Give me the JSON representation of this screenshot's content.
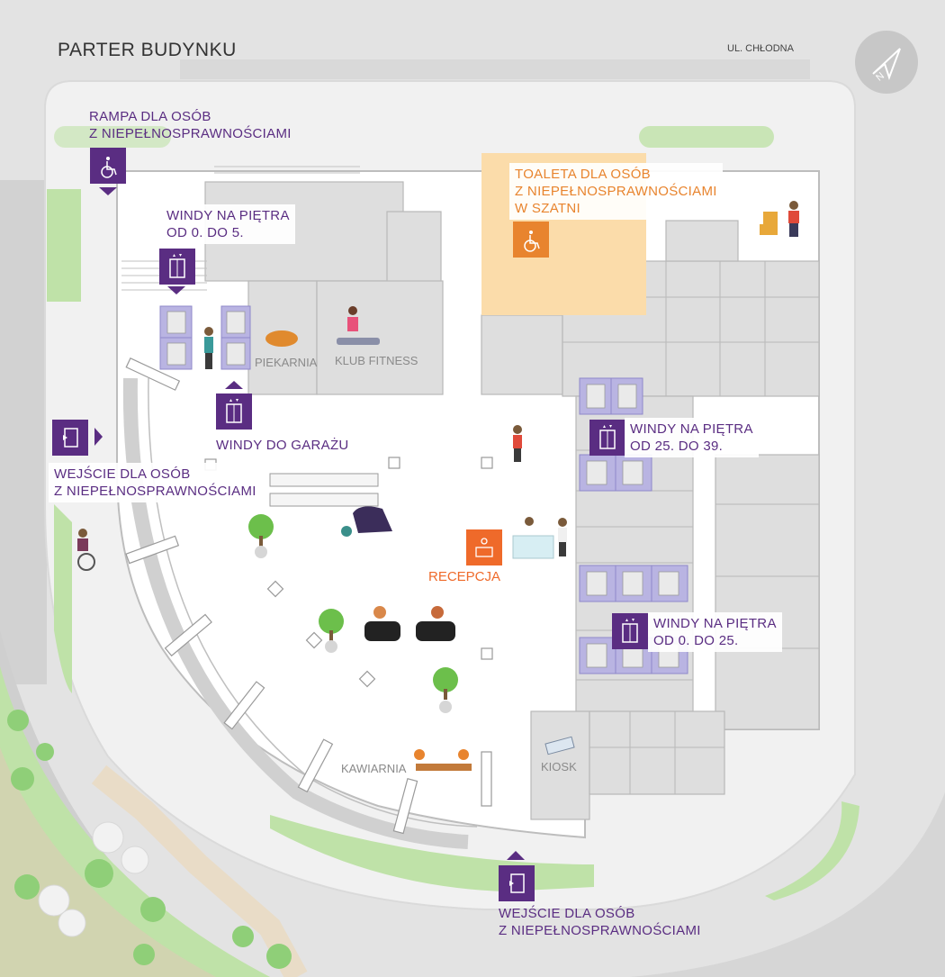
{
  "map": {
    "title": "PARTER BUDYNKU",
    "street": "UL. CHŁODNA",
    "compass_icon": "north-arrow-icon"
  },
  "labels": {
    "ramp": [
      "RAMPA DLA OSÓB",
      "Z NIEPEŁNOSPRAWNOŚCIAMI"
    ],
    "elevators_0_5": [
      "WINDY NA PIĘTRA",
      "OD 0. DO 5."
    ],
    "toilet": [
      "TOALETA DLA OSÓB",
      "Z NIEPEŁNOSPRAWNOŚCIAMI",
      "W SZATNI"
    ],
    "garage_elevators": "WINDY DO GARAŻU",
    "entrance_west": [
      "WEJŚCIE DLA OSÓB",
      "Z NIEPEŁNOSPRAWNOŚCIAMI"
    ],
    "elevators_25_39": [
      "WINDY NA PIĘTRA",
      "OD 25. DO 39."
    ],
    "elevators_0_25": [
      "WINDY NA PIĘTRA",
      "OD 0. DO 25."
    ],
    "reception": "RECEPCJA",
    "entrance_south": [
      "WEJŚCIE DLA OSÓB",
      "Z NIEPEŁNOSPRAWNOŚCIAMI"
    ]
  },
  "rooms": {
    "bakery": "PIEKARNIA",
    "fitness": "KLUB FITNESS",
    "cafe": "KAWIARNIA",
    "kiosk": "KIOSK"
  },
  "colors": {
    "accent_purple": "#5a2d82",
    "accent_orange": "#e8842e",
    "reception_orange": "#ef6a2a",
    "toilet_area": "#fbdcaa",
    "elevator_tile": "#b9b4e2",
    "green": "#b5dea0"
  },
  "icons": [
    "wheelchair-icon",
    "elevator-icon",
    "entrance-door-icon",
    "reception-desk-icon",
    "bread-icon",
    "treadmill-icon",
    "newspaper-icon",
    "tree-icon",
    "piano-icon",
    "sofa-icon"
  ]
}
